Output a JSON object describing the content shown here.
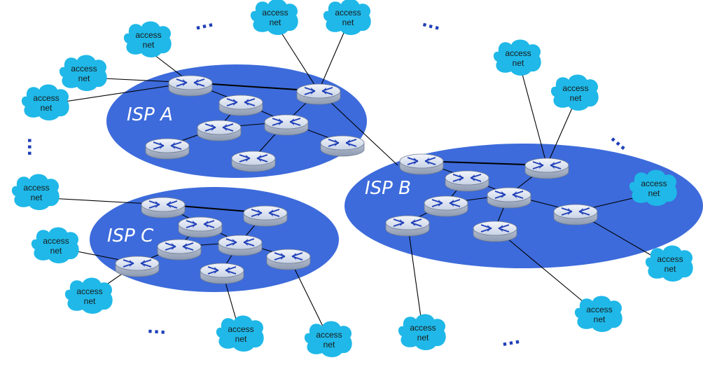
{
  "isps": [
    {
      "label": "ISP A"
    },
    {
      "label": "ISP B"
    },
    {
      "label": "ISP C"
    }
  ],
  "access_net": {
    "line1": "access",
    "line2": "net"
  },
  "ellipsis": "...",
  "colors": {
    "isp_fill": "#3d6bdb",
    "cloud_fill": "#1fb8e8",
    "router_top": "#dfe6f2",
    "router_side": "#a9b4c8",
    "router_arrows": "#1f3fb8",
    "link": "#000000"
  }
}
